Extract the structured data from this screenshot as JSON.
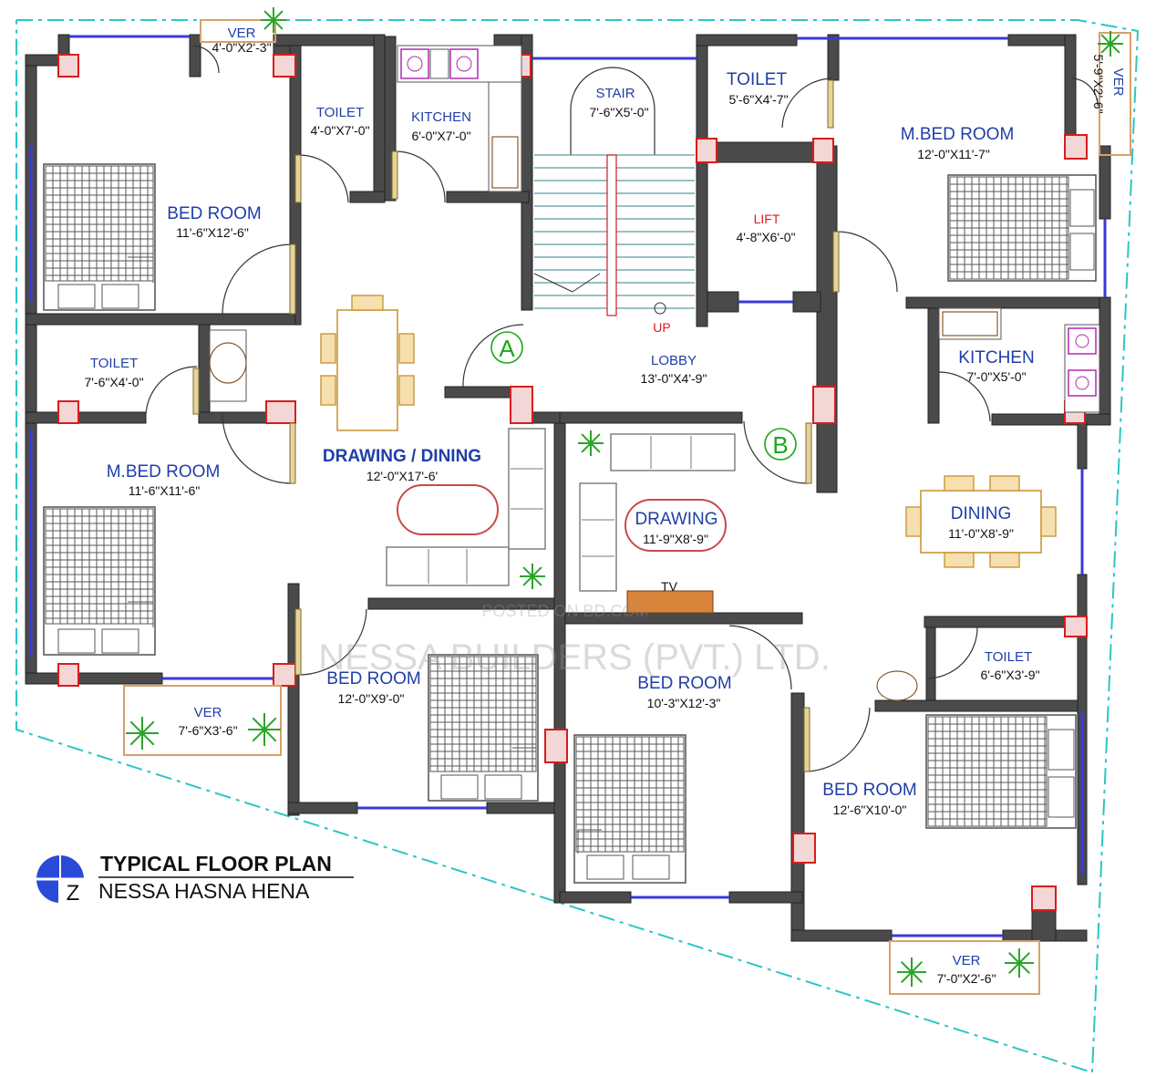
{
  "title": "TYPICAL FLOOR PLAN",
  "subtitle": "NESSA HASNA HENA",
  "watermark": "NESSA BUILDERS (PVT.) LTD.",
  "watermark_small": "POSTED ON BD.COM",
  "rooms": {
    "bed_room_nw": {
      "name": "BED ROOM",
      "dim": "11'-6\"X12'-6\""
    },
    "ver_top_left": {
      "name": "VER",
      "dim": "4'-0\"X2'-3\""
    },
    "toilet_top": {
      "name": "TOILET",
      "dim": "4'-0\"X7'-0\""
    },
    "kitchen_left": {
      "name": "KITCHEN",
      "dim": "6'-0\"X7'-0\""
    },
    "stair": {
      "name": "STAIR",
      "dim": "7'-6\"X5'-0\""
    },
    "toilet_top_right": {
      "name": "TOILET",
      "dim": "5'-6\"X4'-7\""
    },
    "mbed_ne": {
      "name": "M.BED ROOM",
      "dim": "12'-0\"X11'-7\""
    },
    "ver_right": {
      "name": "VER",
      "dim": "5'-9\"X2'-6\""
    },
    "lift": {
      "name": "LIFT",
      "dim": "4'-8\"X6'-0\""
    },
    "up_label": "UP",
    "lobby": {
      "name": "LOBBY",
      "dim": "13'-0\"X4'-9\""
    },
    "toilet_left_mid": {
      "name": "TOILET",
      "dim": "7'-6\"X4'-0\""
    },
    "kitchen_right": {
      "name": "KITCHEN",
      "dim": "7'-0\"X5'-0\""
    },
    "mbed_w": {
      "name": "M.BED ROOM",
      "dim": "11'-6\"X11'-6\""
    },
    "drawing_dining": {
      "name": "DRAWING / DINING",
      "dim": "12'-0\"X17'-6'"
    },
    "drawing_right": {
      "name": "DRAWING",
      "dim": "11'-9\"X8'-9\""
    },
    "dining_right": {
      "name": "DINING",
      "dim": "11'-0\"X8'-9\""
    },
    "tv": "TV",
    "toilet_right_low": {
      "name": "TOILET",
      "dim": "6'-6\"X3'-9\""
    },
    "ver_left_bottom": {
      "name": "VER",
      "dim": "7'-6\"X3'-6\""
    },
    "bed_room_mid": {
      "name": "BED ROOM",
      "dim": "12'-0\"X9'-0\""
    },
    "bed_room_center": {
      "name": "BED ROOM",
      "dim": "10'-3\"X12'-3\""
    },
    "bed_room_se": {
      "name": "BED ROOM",
      "dim": "12'-6\"X10'-0\""
    },
    "ver_bottom": {
      "name": "VER",
      "dim": "7'-0\"X2'-6\""
    }
  },
  "markers": {
    "a": "A",
    "b": "B"
  },
  "colors": {
    "wall": "#4a4a4a",
    "room_text": "#1f3fa8",
    "column": "#d91c1c",
    "boundary": "#2cc5c5",
    "lift_text": "#d91c1c"
  }
}
